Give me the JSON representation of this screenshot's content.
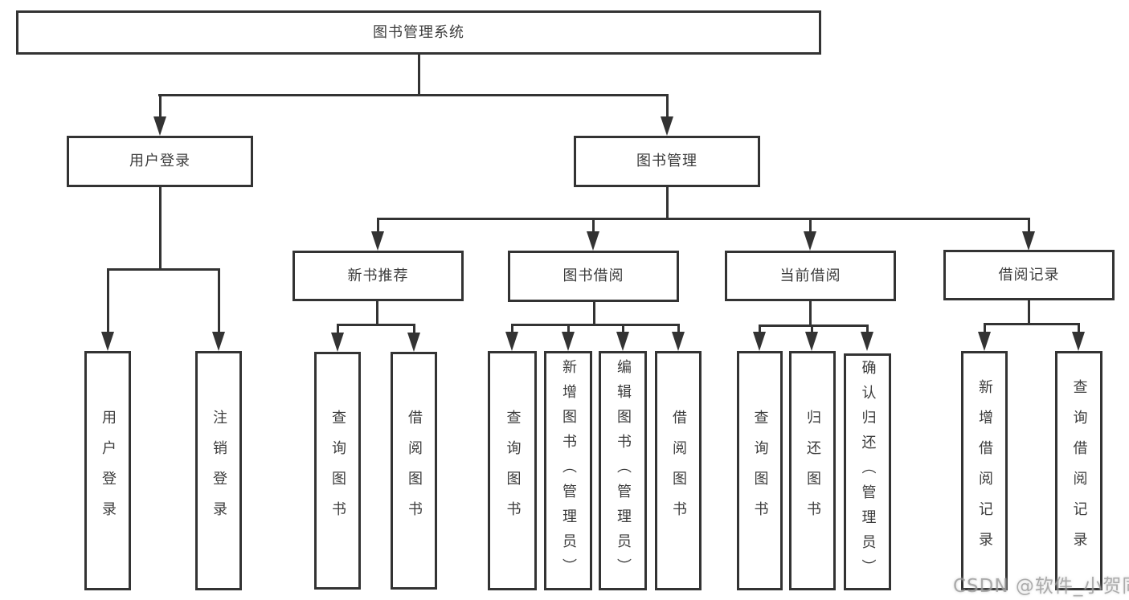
{
  "title": "图书管理系统",
  "watermark": "CSDN @软件_小贺同学",
  "colors": {
    "line": "#333333",
    "node_border": "#333333",
    "node_text": "#3c3c3c",
    "background": "#ffffff",
    "watermark": "#969696"
  },
  "nodes": {
    "root": "图书管理系统",
    "user_login": "用户登录",
    "book_management": "图书管理",
    "new_book_recommendation": "新书推荐",
    "book_borrowing": "图书借阅",
    "current_borrowing": "当前借阅",
    "borrowing_records": "借阅记录",
    "user_login_action": "用户登录",
    "logout_action": "注销登录",
    "newrec_query_books": "查询图书",
    "newrec_borrow_books": "借阅图书",
    "borrow_query_books": "查询图书",
    "borrow_add_books_admin": "新增图书（管理员）",
    "borrow_edit_books_admin": "编辑图书（管理员）",
    "borrow_borrow_books": "借阅图书",
    "current_query_books": "查询图书",
    "current_return_books": "归还图书",
    "current_confirm_return_admin": "确认归还（管理员）",
    "records_add_record": "新增借阅记录",
    "records_query_record": "查询借阅记录"
  },
  "hierarchy": {
    "root": [
      "user_login",
      "book_management"
    ],
    "user_login": [
      "user_login_action",
      "logout_action"
    ],
    "book_management": [
      "new_book_recommendation",
      "book_borrowing",
      "current_borrowing",
      "borrowing_records"
    ],
    "new_book_recommendation": [
      "newrec_query_books",
      "newrec_borrow_books"
    ],
    "book_borrowing": [
      "borrow_query_books",
      "borrow_add_books_admin",
      "borrow_edit_books_admin",
      "borrow_borrow_books"
    ],
    "current_borrowing": [
      "current_query_books",
      "current_return_books",
      "current_confirm_return_admin"
    ],
    "borrowing_records": [
      "records_add_record",
      "records_query_record"
    ]
  }
}
